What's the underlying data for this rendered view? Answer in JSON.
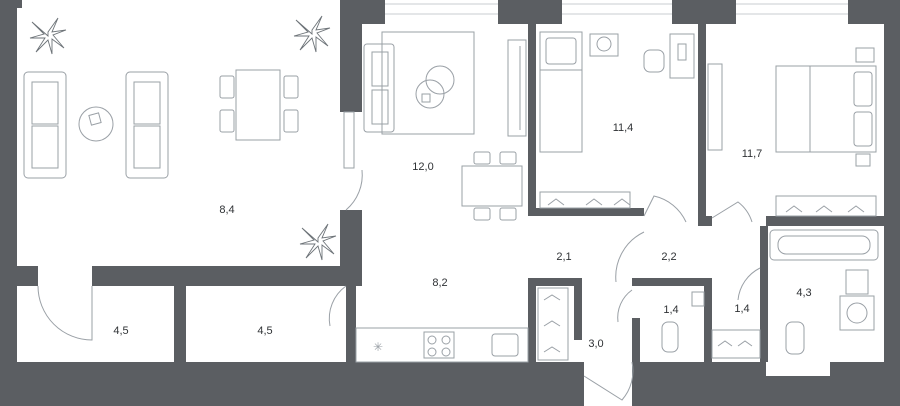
{
  "plan": {
    "rooms": [
      {
        "id": "living",
        "area": "8,4"
      },
      {
        "id": "kitchen-living",
        "area": "12,0"
      },
      {
        "id": "bedroom-1",
        "area": "11,4"
      },
      {
        "id": "bedroom-2",
        "area": "11,7"
      },
      {
        "id": "hall",
        "area": "8,2"
      },
      {
        "id": "corridor",
        "area": "2,1"
      },
      {
        "id": "corridor-2",
        "area": "2,2"
      },
      {
        "id": "storage-1",
        "area": "4,5"
      },
      {
        "id": "storage-2",
        "area": "4,5"
      },
      {
        "id": "wardrobe",
        "area": "3,0"
      },
      {
        "id": "wc",
        "area": "1,4"
      },
      {
        "id": "closet",
        "area": "1,4"
      },
      {
        "id": "bathroom",
        "area": "4,3"
      }
    ]
  },
  "colors": {
    "wall": "#5b5e62",
    "furniture": "#9aa0a6",
    "text": "#2f3235"
  }
}
